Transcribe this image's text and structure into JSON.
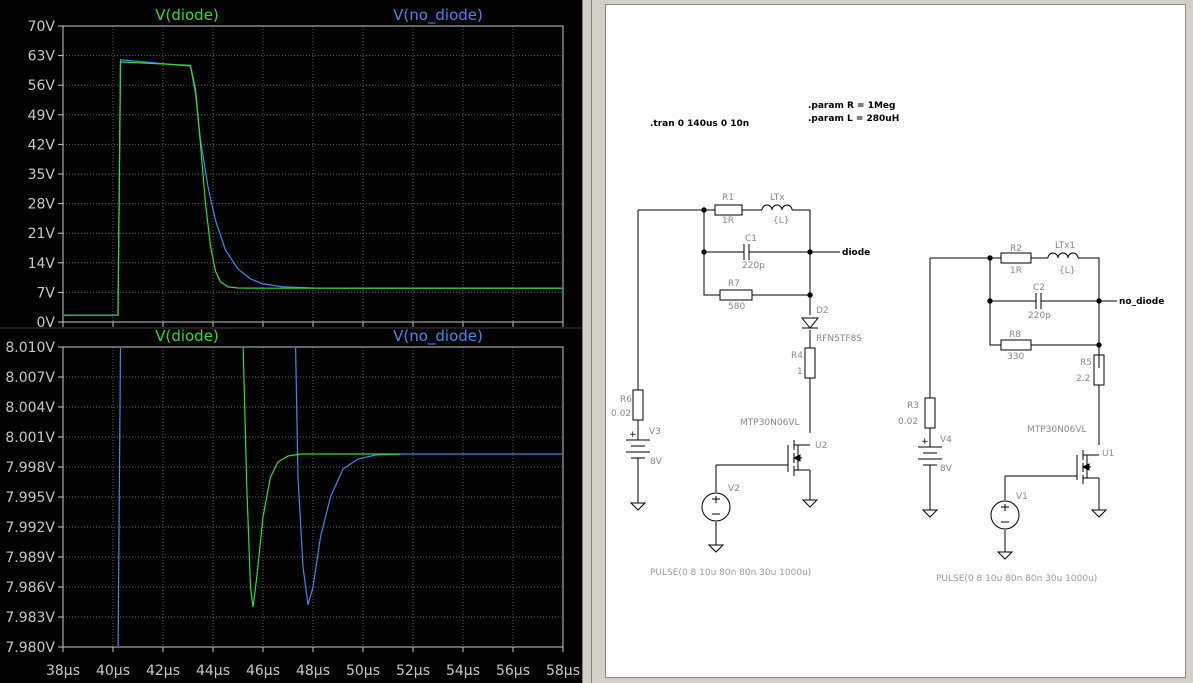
{
  "waveform": {
    "colors": {
      "diode": "#33dd33",
      "no_diode": "#4488ee",
      "grid": "#606060",
      "axis": "#c8c8c8",
      "background": "#000000"
    },
    "traces": [
      {
        "label": "V(diode)",
        "color": "#33dd33"
      },
      {
        "label": "V(no_diode)",
        "color": "#4488ee"
      }
    ]
  },
  "schematic": {
    "directives": {
      "tran": ".tran 0 140us 0 10n",
      "param_r": ".param R = 1Meg",
      "param_l": ".param L = 280uH"
    },
    "left_circuit": {
      "r1": {
        "name": "R1",
        "value": "1R"
      },
      "ltx": {
        "name": "LTx",
        "value": "{L}"
      },
      "c1": {
        "name": "C1",
        "value": "220p"
      },
      "r7": {
        "name": "R7",
        "value": "580"
      },
      "net_label": "diode",
      "d2": {
        "name": "D2",
        "model": "RFN5TF8S"
      },
      "r4": {
        "name": "R4",
        "value": "1"
      },
      "r6": {
        "name": "R6",
        "value": "0.02"
      },
      "v3": {
        "name": "V3",
        "value": "8V",
        "plus": "+"
      },
      "mosfet": {
        "name": "U2",
        "model": "MTP30N06VL"
      },
      "v2": {
        "name": "V2",
        "pulse": "PULSE(0 8 10u 80n 80n 30u 1000u)"
      }
    },
    "right_circuit": {
      "r2": {
        "name": "R2",
        "value": "1R"
      },
      "ltx1": {
        "name": "LTx1",
        "value": "{L}"
      },
      "c2": {
        "name": "C2",
        "value": "220p"
      },
      "r8": {
        "name": "R8",
        "value": "330"
      },
      "net_label": "no_diode",
      "r5": {
        "name": "R5",
        "value": "2.2"
      },
      "r3": {
        "name": "R3",
        "value": "0.02"
      },
      "v4": {
        "name": "V4",
        "value": "8V",
        "plus": "+"
      },
      "mosfet": {
        "name": "U1",
        "model": "MTP30N06VL"
      },
      "v1": {
        "name": "V1",
        "pulse": "PULSE(0 8 10u 80n 80n 30u 1000u)"
      }
    }
  },
  "chart_data": [
    {
      "type": "line",
      "title": "",
      "xlabel": "",
      "ylabel": "",
      "xlim": [
        38,
        58
      ],
      "ylim": [
        0,
        70
      ],
      "x_ticks": [
        "38µs",
        "40µs",
        "42µs",
        "44µs",
        "46µs",
        "48µs",
        "50µs",
        "52µs",
        "54µs",
        "56µs",
        "58µs"
      ],
      "y_ticks": [
        "0V",
        "7V",
        "14V",
        "21V",
        "28V",
        "35V",
        "42V",
        "49V",
        "56V",
        "63V",
        "70V"
      ],
      "grid": true,
      "series": [
        {
          "name": "V(diode)",
          "color": "#33dd33",
          "points": [
            [
              38,
              1.6
            ],
            [
              40.2,
              1.6
            ],
            [
              40.3,
              61.5
            ],
            [
              43.1,
              60.7
            ],
            [
              43.3,
              55
            ],
            [
              43.5,
              42
            ],
            [
              43.7,
              28
            ],
            [
              43.9,
              18
            ],
            [
              44.1,
              12
            ],
            [
              44.3,
              9.5
            ],
            [
              44.6,
              8.3
            ],
            [
              45,
              8.05
            ],
            [
              46,
              8.0
            ],
            [
              58,
              8.0
            ]
          ]
        },
        {
          "name": "V(no_diode)",
          "color": "#4488ee",
          "points": [
            [
              38,
              1.6
            ],
            [
              40.2,
              1.6
            ],
            [
              40.3,
              62
            ],
            [
              43.1,
              60.5
            ],
            [
              43.3,
              54
            ],
            [
              43.5,
              43
            ],
            [
              43.8,
              32
            ],
            [
              44.1,
              24
            ],
            [
              44.5,
              17
            ],
            [
              45,
              12.5
            ],
            [
              45.5,
              10.2
            ],
            [
              46,
              9.0
            ],
            [
              46.8,
              8.3
            ],
            [
              48,
              8.05
            ],
            [
              49,
              8.0
            ],
            [
              58,
              8.0
            ]
          ]
        }
      ]
    },
    {
      "type": "line",
      "title": "",
      "xlabel": "",
      "ylabel": "",
      "xlim": [
        38,
        58
      ],
      "ylim": [
        7.98,
        8.01
      ],
      "x_ticks": [
        "38µs",
        "40µs",
        "42µs",
        "44µs",
        "46µs",
        "48µs",
        "50µs",
        "52µs",
        "54µs",
        "56µs",
        "58µs"
      ],
      "y_ticks": [
        "7.980V",
        "7.983V",
        "7.986V",
        "7.989V",
        "7.992V",
        "7.995V",
        "7.998V",
        "8.001V",
        "8.004V",
        "8.007V",
        "8.010V"
      ],
      "grid": true,
      "series": [
        {
          "name": "V(diode)",
          "color": "#33dd33",
          "points": [
            [
              45.2,
              8.0105
            ],
            [
              45.35,
              7.996
            ],
            [
              45.5,
              7.986
            ],
            [
              45.6,
              7.984
            ],
            [
              45.75,
              7.987
            ],
            [
              46,
              7.993
            ],
            [
              46.3,
              7.997
            ],
            [
              46.6,
              7.9985
            ],
            [
              47,
              7.9991
            ],
            [
              47.5,
              7.9993
            ],
            [
              51.5,
              7.9993
            ]
          ]
        },
        {
          "name": "V(no_diode)",
          "color": "#4488ee",
          "points": [
            [
              40.2,
              7.979
            ],
            [
              40.3,
              8.0105
            ],
            [
              47.3,
              8.0105
            ],
            [
              47.4,
              7.997
            ],
            [
              47.6,
              7.988
            ],
            [
              47.8,
              7.9842
            ],
            [
              48,
              7.986
            ],
            [
              48.3,
              7.991
            ],
            [
              48.7,
              7.995
            ],
            [
              49.2,
              7.9978
            ],
            [
              49.8,
              7.9988
            ],
            [
              50.5,
              7.9992
            ],
            [
              51.5,
              7.9993
            ],
            [
              58,
              7.9993
            ]
          ]
        }
      ]
    }
  ]
}
